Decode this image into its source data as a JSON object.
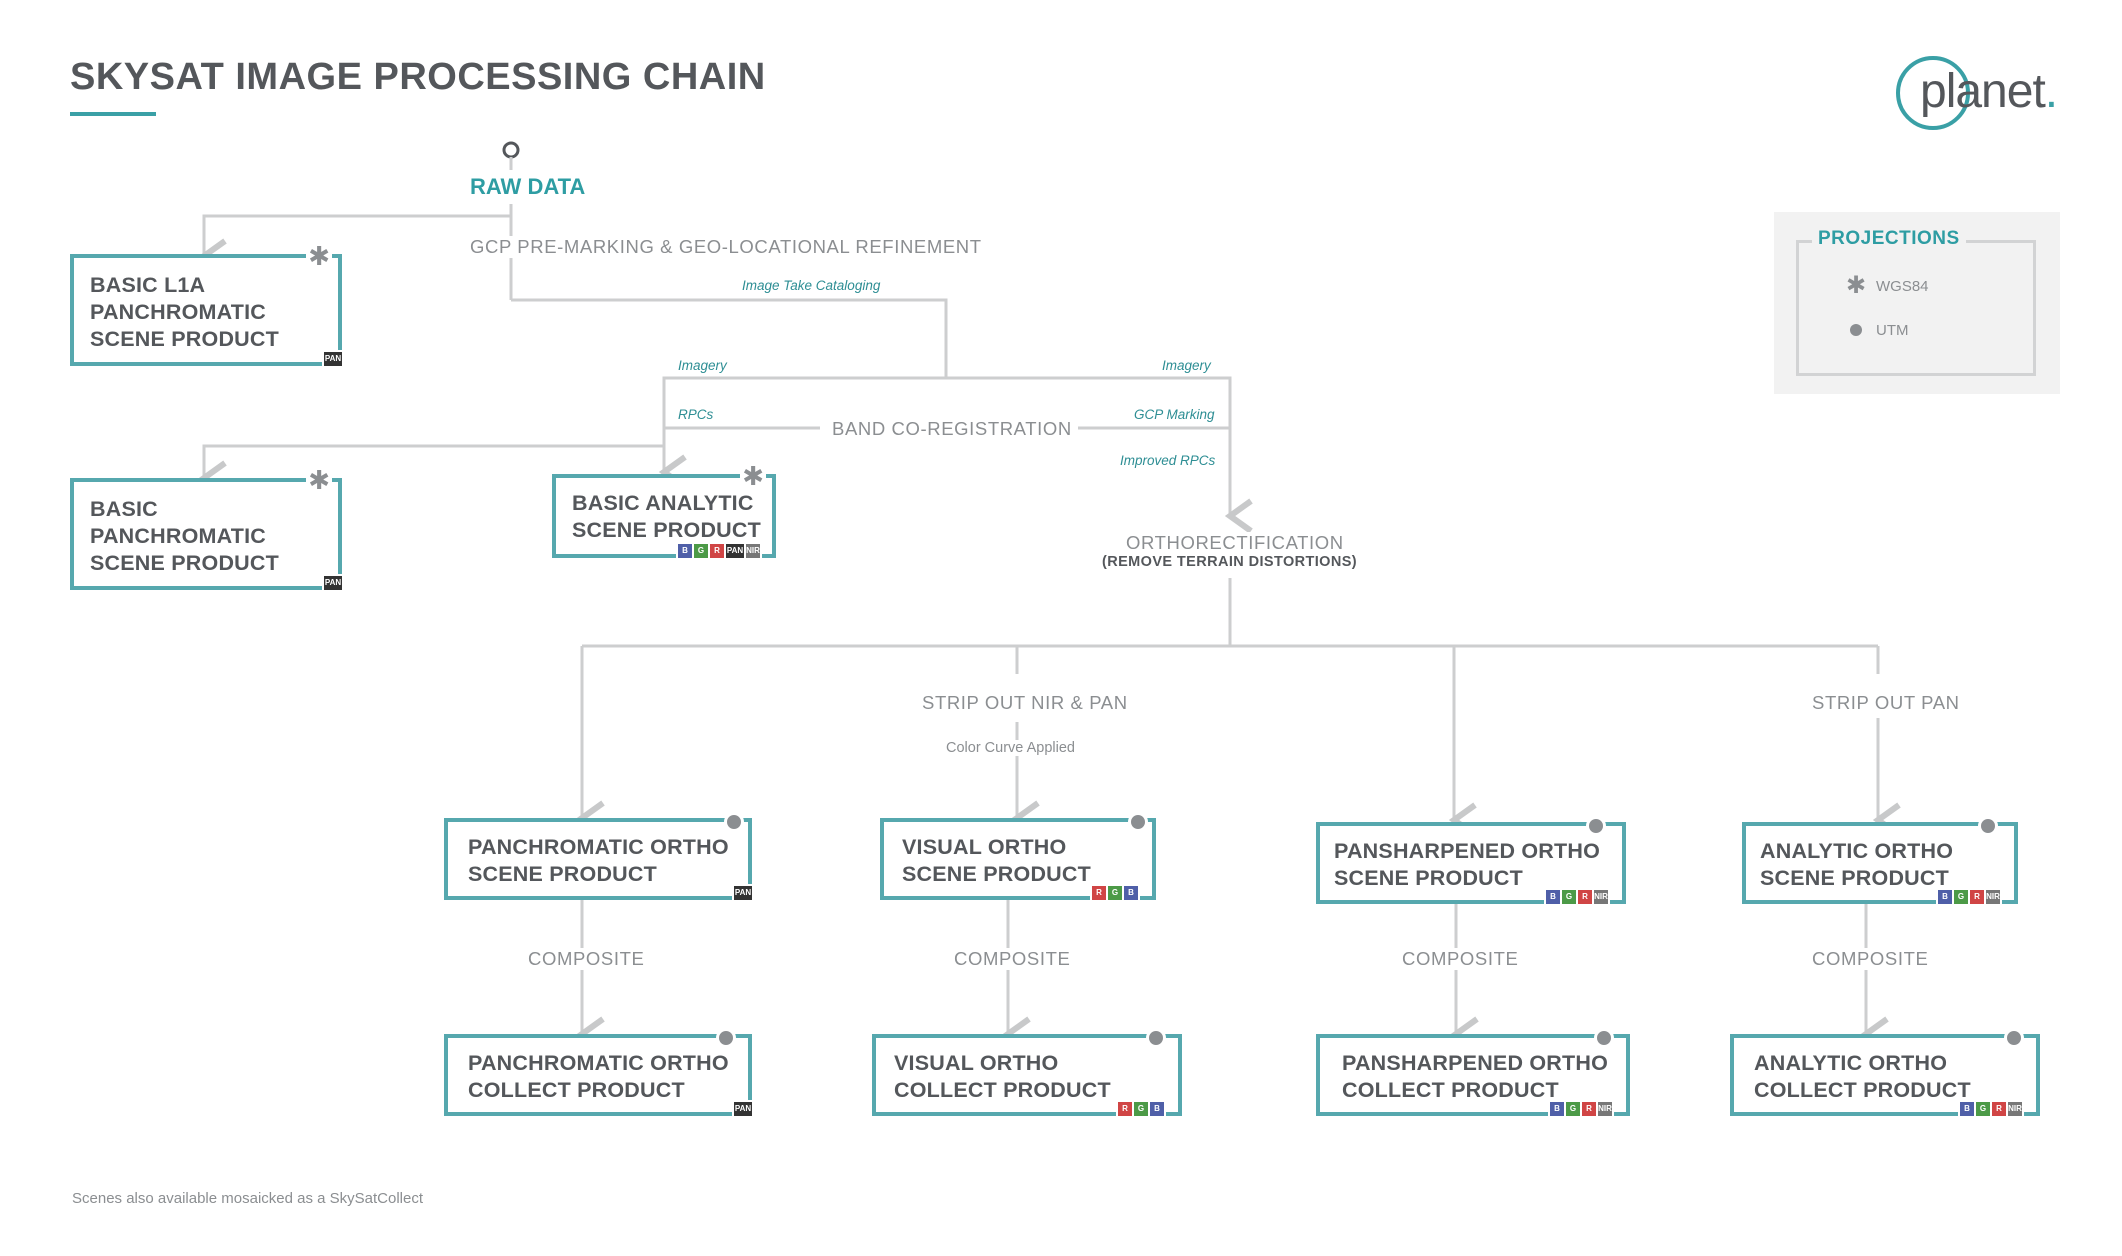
{
  "title": "SKYSAT IMAGE PROCESSING CHAIN",
  "logo": {
    "text": "planet",
    "dot": "."
  },
  "colors": {
    "accent": "#3aa0a6",
    "box_border": "#56a8ae",
    "text": "#54575b",
    "gray": "#8b8e91",
    "band_blue": "#4f5fa8",
    "band_green": "#4c9a47",
    "band_red": "#d04545",
    "band_pan": "#333333",
    "band_nir": "#777777"
  },
  "raw_data": "RAW DATA",
  "steps": {
    "gcp": "GCP PRE-MARKING & GEO-LOCATIONAL REFINEMENT",
    "band_coreg": "BAND CO-REGISTRATION",
    "ortho": "ORTHORECTIFICATION",
    "ortho_sub": "(REMOVE TERRAIN DISTORTIONS)",
    "strip_nir_pan": "STRIP OUT NIR & PAN",
    "strip_pan": "STRIP OUT PAN",
    "color_curve": "Color Curve Applied",
    "composite": "COMPOSITE"
  },
  "notes": {
    "image_take": "Image Take Cataloging",
    "imagery_left": "Imagery",
    "imagery_right": "Imagery",
    "rpcs": "RPCs",
    "gcp_marking": "GCP Marking",
    "improved_rpcs": "Improved RPCs"
  },
  "products": {
    "l1a": [
      "BASIC L1A",
      "PANCHROMATIC",
      "SCENE PRODUCT"
    ],
    "basic_pan": [
      "BASIC",
      "PANCHROMATIC",
      "SCENE PRODUCT"
    ],
    "basic_analytic": [
      "BASIC ANALYTIC",
      "SCENE PRODUCT"
    ],
    "pan_ortho_scene": [
      "PANCHROMATIC ORTHO",
      "SCENE PRODUCT"
    ],
    "visual_ortho_scene": [
      "VISUAL ORTHO",
      "SCENE PRODUCT"
    ],
    "pansharp_ortho_scene": [
      "PANSHARPENED ORTHO",
      "SCENE PRODUCT"
    ],
    "analytic_ortho_scene": [
      "ANALYTIC ORTHO",
      "SCENE PRODUCT"
    ],
    "pan_ortho_collect": [
      "PANCHROMATIC ORTHO",
      "COLLECT PRODUCT"
    ],
    "visual_ortho_collect": [
      "VISUAL ORTHO",
      "COLLECT PRODUCT"
    ],
    "pansharp_ortho_collect": [
      "PANSHARPENED ORTHO",
      "COLLECT PRODUCT"
    ],
    "analytic_ortho_collect": [
      "ANALYTIC ORTHO",
      "COLLECT PRODUCT"
    ]
  },
  "bands": {
    "B": "B",
    "G": "G",
    "R": "R",
    "PAN": "PAN",
    "NIR": "NIR"
  },
  "projections": {
    "title": "PROJECTIONS",
    "wgs84_symbol": "✱",
    "wgs84": "WGS84",
    "utm": "UTM"
  },
  "footer": "Scenes also available mosaicked as a SkySatCollect"
}
